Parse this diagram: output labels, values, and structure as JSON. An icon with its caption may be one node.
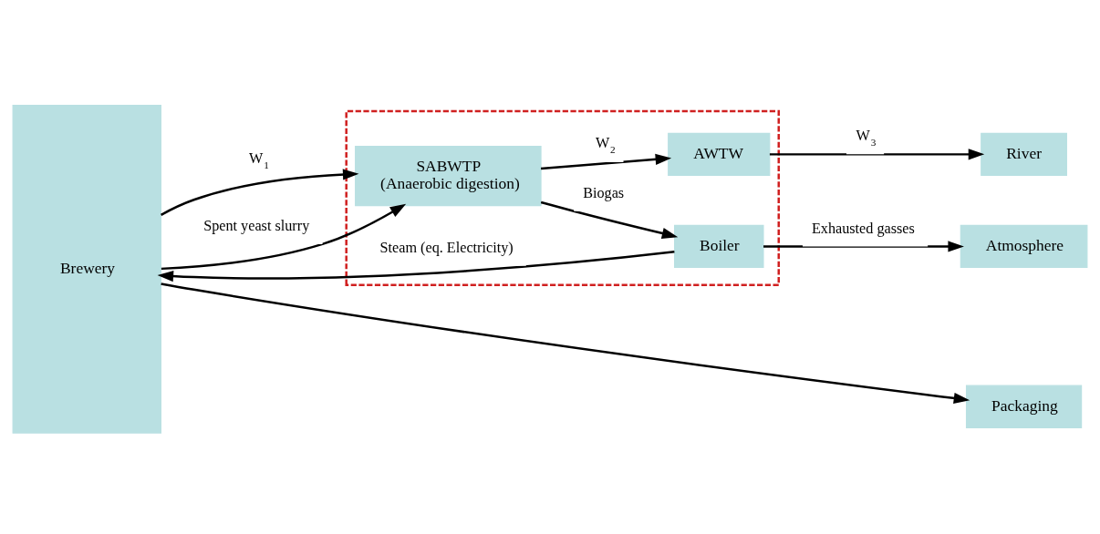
{
  "diagram": {
    "nodes": [
      {
        "text": [
          "Brewery"
        ]
      },
      {
        "text": [
          "Atmosphere"
        ]
      },
      {
        "text": [],
        "shape": "box"
      },
      {
        "text": [
          "Boiler"
        ],
        "in": 2
      },
      {
        "text": [
          "SABWTP",
          "(Anaerobic digestion)"
        ],
        "in": 2
      },
      {
        "text": [
          "AWTW"
        ],
        "in": 2
      },
      {
        "text": [
          "River"
        ]
      },
      {
        "text": [
          "Packaging"
        ]
      }
    ],
    "edges": [
      {
        "from": 3,
        "to": 1,
        "arrow": "to",
        "label": "Exhausted gasses"
      },
      {
        "from": 3,
        "to": 0,
        "arrow": "to",
        "label": "Steam (eq. Electricity)"
      },
      {
        "from": 4,
        "to": 3,
        "arrow": "to",
        "label": "Biogas"
      },
      {
        "from": 0,
        "to": 4,
        "arrow": "to",
        "label": "W$_{1}$"
      },
      {
        "from": 4,
        "to": 5,
        "arrow": "to",
        "label": "W$_{2}$"
      },
      {
        "from": 5,
        "to": 6,
        "arrow": "to",
        "label": "W$_{3}$"
      },
      {
        "from": 0,
        "to": 4,
        "arrow": "to",
        "label": "Spent yeast slurry"
      },
      {
        "from": 0,
        "to": 7,
        "arrow": "to"
      }
    ]
  }
}
